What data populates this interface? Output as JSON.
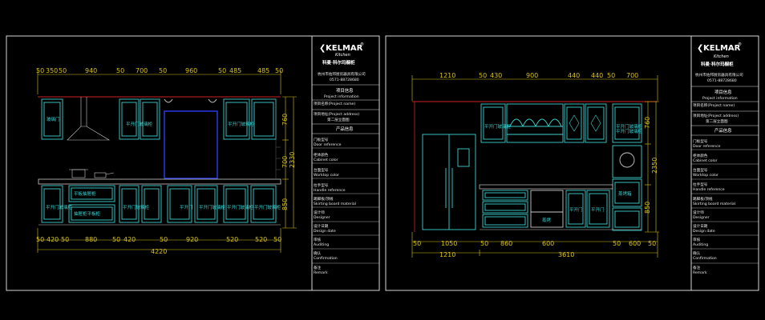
{
  "colors": {
    "background": "#000000",
    "frame": "#d6d6d6",
    "cabinet": "#3fd0d0",
    "dimension": "#d8c21a",
    "appliance": "#2b3df0",
    "wall": "#cc2222",
    "counter": "#c9c9c9"
  },
  "title_block": {
    "brand": "KELMAR",
    "brand_mark": "®",
    "brand_sub": "Kitchen",
    "brand_cn": "科曼·科尔玛橱柜",
    "company": "杭州市佑邦厨房器具有限公司",
    "phone": "0571-88728680",
    "project_info_cn": "项目信息",
    "project_info_en": "Project information",
    "project_name_label": "项目名称(Project name)",
    "project_address_label": "项目地址(Project address)",
    "project_address_value": "第二层立面图",
    "product_info_cn": "产品信息",
    "rows": [
      {
        "cn": "门板型号",
        "en": "Door reference"
      },
      {
        "cn": "柜体颜色",
        "en": "Cabinet color"
      },
      {
        "cn": "台面型号",
        "en": "Worktop color"
      },
      {
        "cn": "拉手型号",
        "en": "Handle reference"
      },
      {
        "cn": "踢脚板/顶线",
        "en": "Skirting board material"
      },
      {
        "cn": "设计师",
        "en": "Designer"
      },
      {
        "cn": "设计日期",
        "en": "Design date"
      },
      {
        "cn": "审核",
        "en": "Auditing"
      },
      {
        "cn": "确认",
        "en": "Confirmation"
      },
      {
        "cn": "备注",
        "en": "Remark"
      }
    ]
  },
  "left_drawing": {
    "top_dims": [
      "50",
      "350",
      "50",
      "940",
      "50",
      "700",
      "50",
      "960",
      "50",
      "485",
      "485",
      "50"
    ],
    "right_dims": [
      "760",
      "700",
      "2330",
      "850"
    ],
    "bottom_dims": [
      "50",
      "420",
      "50",
      "880",
      "50",
      "420",
      "50",
      "920",
      "520",
      "520",
      "50"
    ],
    "total_width": "4220",
    "labels": {
      "upper_glass": "平开门玻璃柜",
      "upper_left": "玻璃门",
      "upper_right": "平开门玻璃柜",
      "lower_drawer_1": "平板抽屉柜",
      "lower_drawer_2": "抽屉柜平板柜",
      "lower_1": "平开门玻璃柜",
      "lower_2": "平开门玻璃柜",
      "lower_3": "平开门",
      "lower_4": "平开门玻璃柜",
      "lower_5": "平开门玻璃柜",
      "lower_6": "平开门玻璃柜"
    }
  },
  "right_drawing": {
    "top_dims": [
      "1210",
      "50",
      "430",
      "900",
      "440",
      "440",
      "50",
      "700"
    ],
    "right_dims": [
      "760",
      "2350",
      "850"
    ],
    "bottom_dims": [
      "50",
      "1050",
      "50",
      "860",
      "600",
      "50",
      "600",
      "50"
    ],
    "bottom_dims_2": [
      "1210",
      "3610"
    ],
    "labels": {
      "upper_1": "平开门玻璃柜",
      "upper_2": "平开门玻璃柜",
      "upper_3": "平开门玻璃柜",
      "tall_1": "蒸烤箱",
      "lower_1": "平开门",
      "lower_2": "平开门",
      "oven": "蒸烤"
    }
  }
}
